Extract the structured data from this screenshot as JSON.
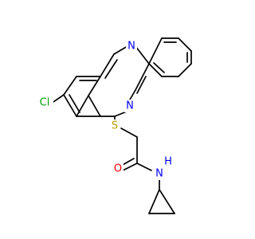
{
  "molecule": {
    "atom_labels": [
      {
        "id": "n1",
        "text": "N",
        "color": "#0000FF"
      },
      {
        "id": "n3",
        "text": "N",
        "color": "#0000FF"
      },
      {
        "id": "cl",
        "text": "Cl",
        "color": "#00A000"
      },
      {
        "id": "s",
        "text": "S",
        "color": "#B8A000"
      },
      {
        "id": "o",
        "text": "O",
        "color": "#FF0000"
      },
      {
        "id": "nh",
        "text": "N",
        "color": "#0000FF"
      },
      {
        "id": "h",
        "text": "H",
        "color": "#0000FF"
      }
    ]
  }
}
